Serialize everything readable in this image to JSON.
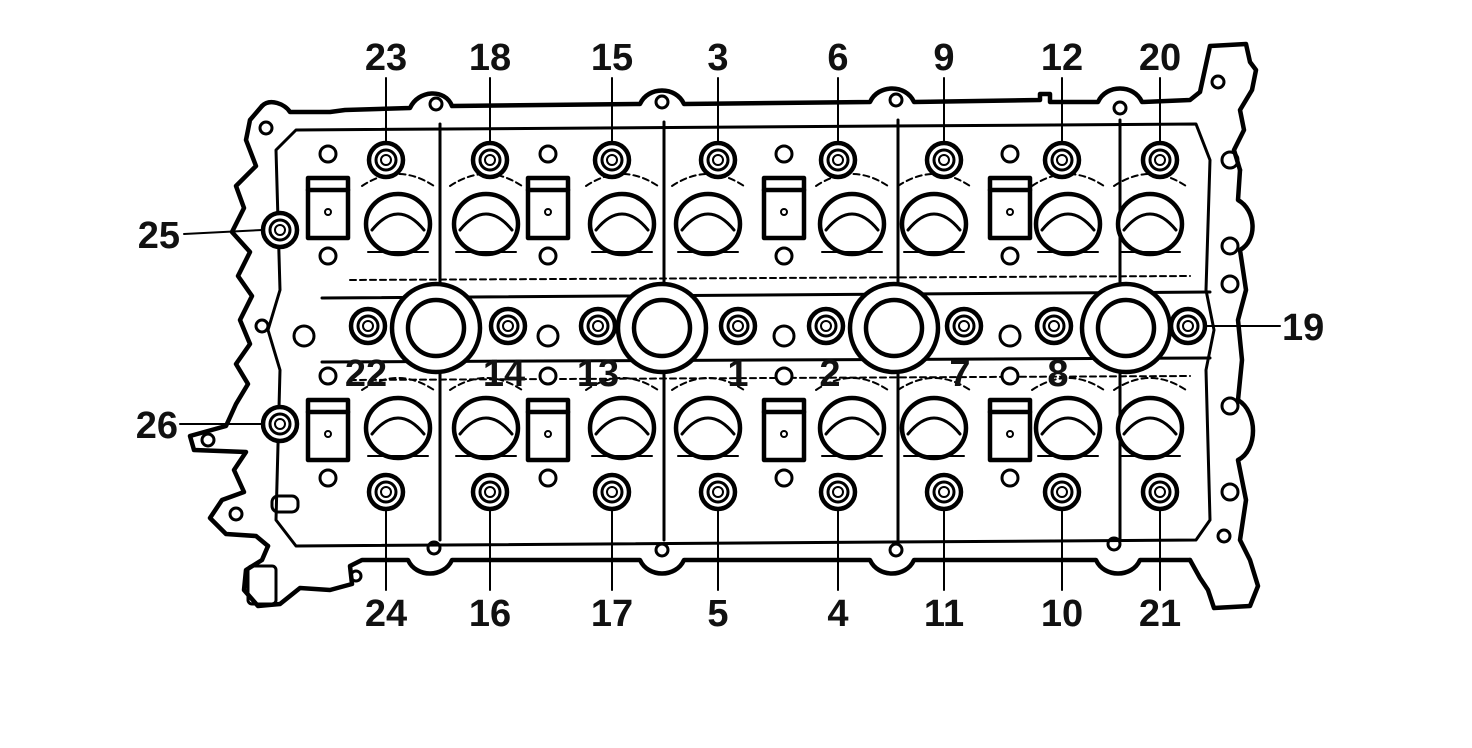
{
  "diagram": {
    "bolt_labels": {
      "top_row": [
        "23",
        "18",
        "15",
        "3",
        "6",
        "9",
        "12",
        "20"
      ],
      "middle_row": [
        "22",
        "14",
        "13",
        "1",
        "2",
        "7",
        "8",
        "19"
      ],
      "bottom_row": [
        "24",
        "16",
        "17",
        "5",
        "4",
        "11",
        "10",
        "21"
      ],
      "left_upper": "25",
      "left_lower": "26"
    }
  }
}
